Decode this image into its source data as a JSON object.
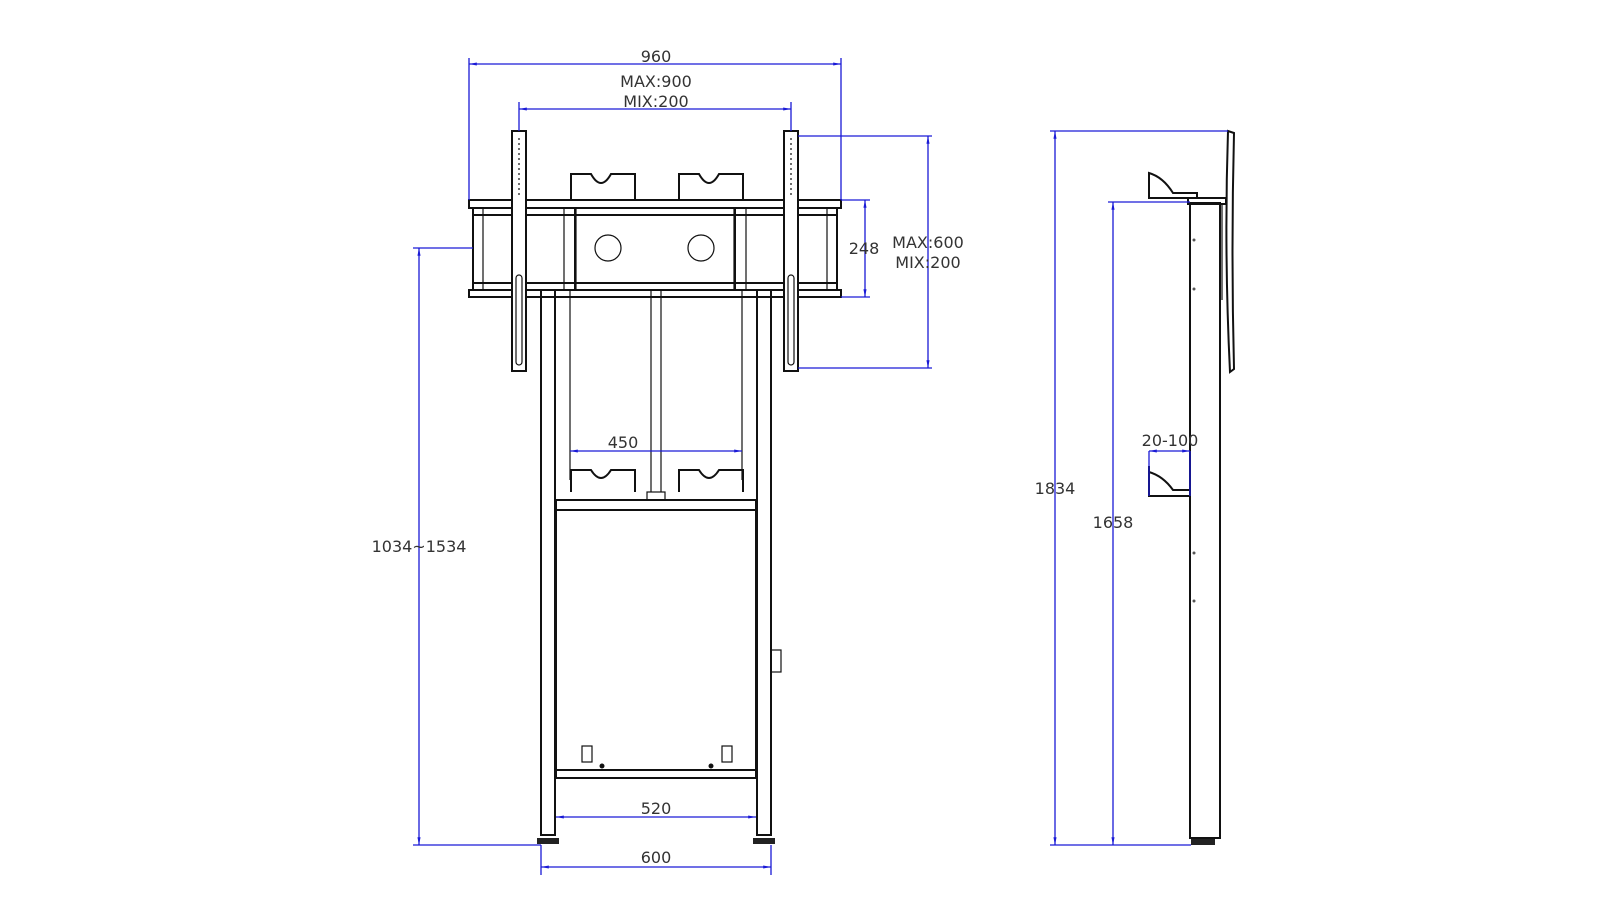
{
  "drawing": {
    "front_view": {
      "overall_width": "960",
      "vesa_width_max": "MAX:900",
      "vesa_width_min": "MIX:200",
      "bracket_height": "248",
      "vesa_height_max": "MAX:600",
      "vesa_height_min": "MIX:200",
      "shelf_width": "450",
      "mount_height_range": "1034~1534",
      "inner_base_width": "520",
      "base_width": "600"
    },
    "side_view": {
      "total_height": "1834",
      "column_height": "1658",
      "shelf_tilt_range": "20-100"
    },
    "colors": {
      "dimension": "#1a1ad6",
      "outline": "#111111"
    }
  }
}
